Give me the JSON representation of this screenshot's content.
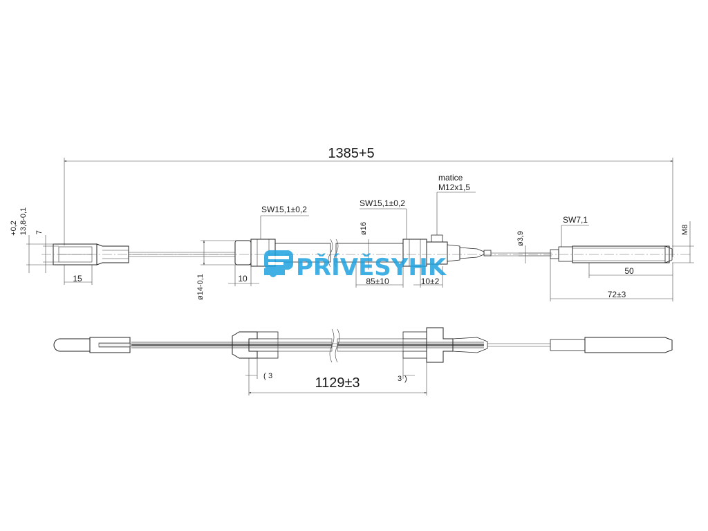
{
  "top_view": {
    "overall_length": "1385+5",
    "tol_upper": "+0,2",
    "tol_lower": "13,8-0,1",
    "dim_7": "7",
    "dim_15": "15",
    "sw_left": "SW15,1±0,2",
    "sw_right": "SW15,1±0,2",
    "dia_14": "ø14-0,1",
    "dim_10_left": "10",
    "dia_16": "ø16",
    "dim_85": "85±10",
    "dim_10_right": "10±2",
    "nut_label": "matice",
    "nut_thread": "M12x1,5",
    "dia_3_9": "ø3,9",
    "sw_small": "SW7,1",
    "thread_m8": "M8",
    "dim_50": "50",
    "dim_72": "72±3"
  },
  "section_view": {
    "dim_3_left": "3",
    "dim_3_right": "3",
    "sleeve_length": "1129±3"
  },
  "watermark": {
    "brand": "PŘÍVĚSYHK",
    "color": "#1fa3e0"
  }
}
